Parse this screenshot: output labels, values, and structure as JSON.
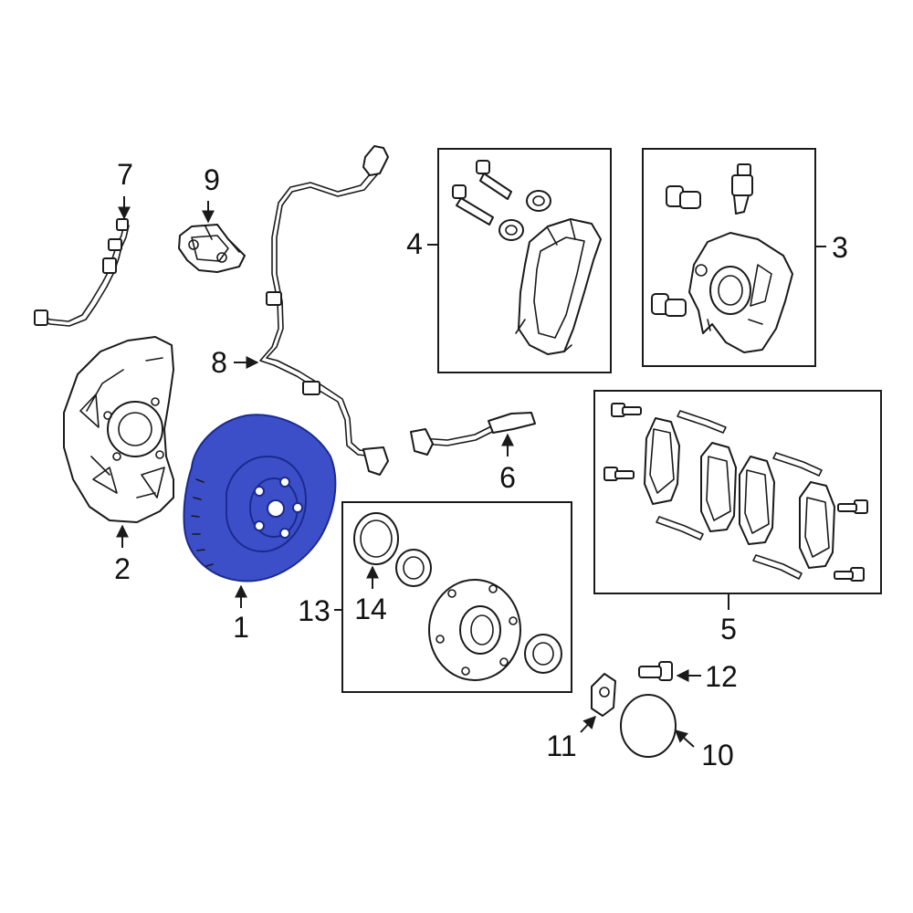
{
  "colors": {
    "highlight_fill": "#3c4fc8",
    "highlight_stroke": "#1b2a8f",
    "line": "#1a1a1a",
    "background": "#ffffff"
  },
  "callouts": {
    "c1": "1",
    "c2": "2",
    "c3": "3",
    "c4": "4",
    "c5": "5",
    "c6": "6",
    "c7": "7",
    "c8": "8",
    "c9": "9",
    "c10": "10",
    "c11": "11",
    "c12": "12",
    "c13": "13",
    "c14": "14"
  },
  "highlighted_part": "1"
}
